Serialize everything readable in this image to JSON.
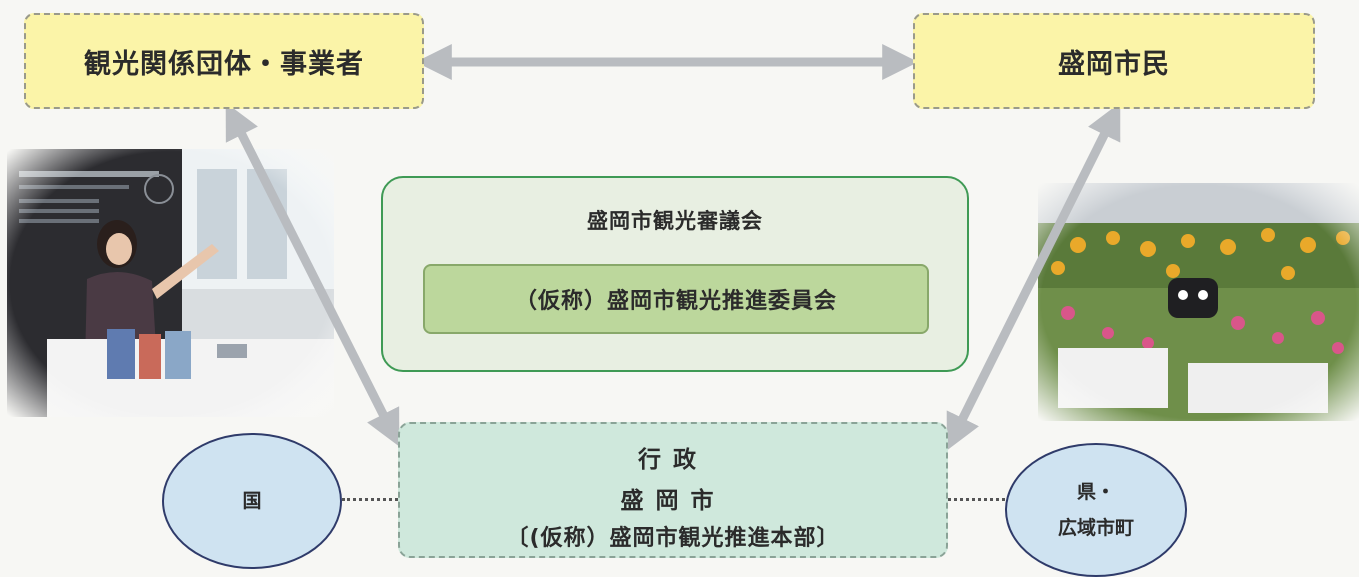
{
  "actors": {
    "tourism_groups": "観光関係団体・事業者",
    "citizens": "盛岡市民"
  },
  "council": {
    "title": "盛岡市観光審議会",
    "committee": "（仮称）盛岡市観光推進委員会"
  },
  "administration": {
    "line1": "行政",
    "line2": "盛岡市",
    "line3": "〔(仮称）盛岡市観光推進本部〕"
  },
  "partners": {
    "national": "国",
    "prefecture": "県・",
    "municipalities": "広域市町"
  },
  "colors": {
    "actor_box": "#fbf4a8",
    "council_fill": "#e8efe2",
    "council_border": "#3f9a55",
    "committee_fill": "#bcd79c",
    "admin_fill": "#cfe8dc",
    "partner_fill": "#cfe3f1",
    "arrow": "#b9bcc0"
  }
}
